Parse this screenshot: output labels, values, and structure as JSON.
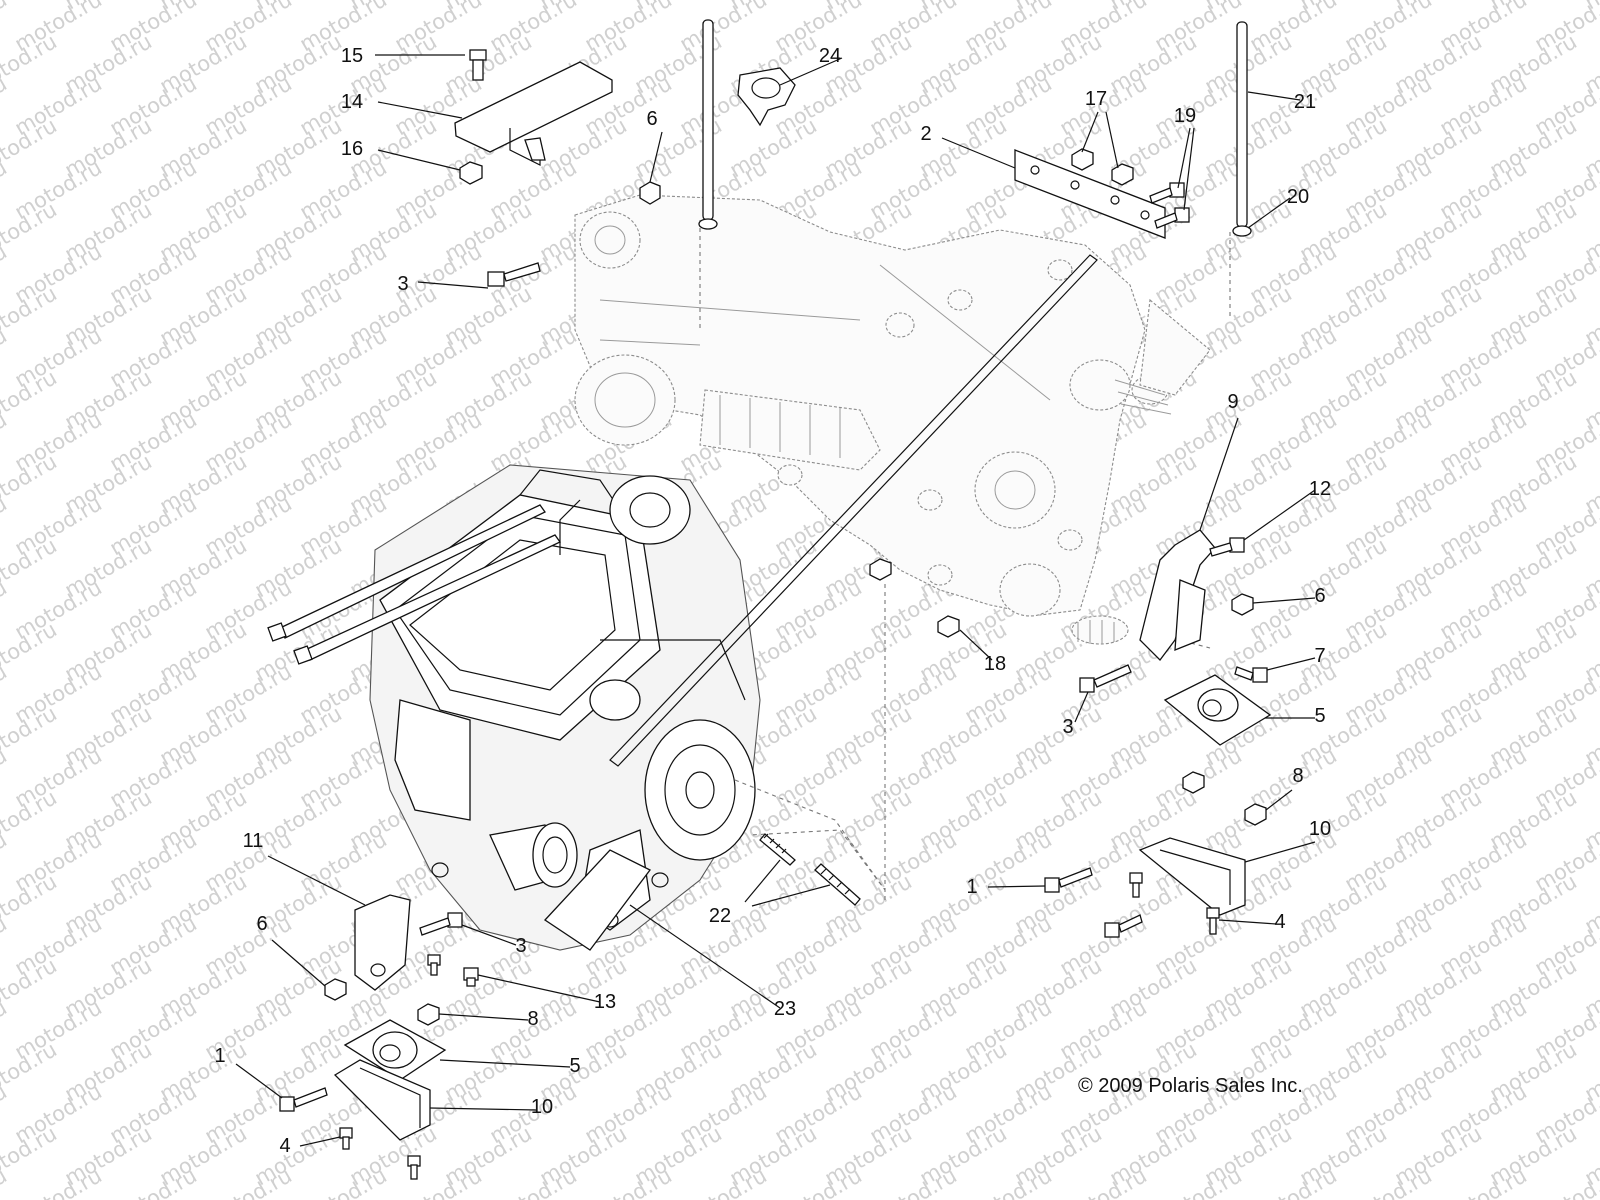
{
  "watermark": "motod.ru",
  "copyright": "© 2009 Polaris Sales Inc.",
  "callouts": [
    {
      "id": "c15",
      "label": "15"
    },
    {
      "id": "c14",
      "label": "14"
    },
    {
      "id": "c16",
      "label": "16"
    },
    {
      "id": "c6a",
      "label": "6"
    },
    {
      "id": "c3a",
      "label": "3"
    },
    {
      "id": "c24",
      "label": "24"
    },
    {
      "id": "c2",
      "label": "2"
    },
    {
      "id": "c17",
      "label": "17"
    },
    {
      "id": "c19",
      "label": "19"
    },
    {
      "id": "c21",
      "label": "21"
    },
    {
      "id": "c20",
      "label": "20"
    },
    {
      "id": "c9",
      "label": "9"
    },
    {
      "id": "c12",
      "label": "12"
    },
    {
      "id": "c6b",
      "label": "6"
    },
    {
      "id": "c18",
      "label": "18"
    },
    {
      "id": "c7",
      "label": "7"
    },
    {
      "id": "c3b",
      "label": "3"
    },
    {
      "id": "c5a",
      "label": "5"
    },
    {
      "id": "c8a",
      "label": "8"
    },
    {
      "id": "c10a",
      "label": "10"
    },
    {
      "id": "c1a",
      "label": "1"
    },
    {
      "id": "c4a",
      "label": "4"
    },
    {
      "id": "c11",
      "label": "11"
    },
    {
      "id": "c6c",
      "label": "6"
    },
    {
      "id": "c3c",
      "label": "3"
    },
    {
      "id": "c22",
      "label": "22"
    },
    {
      "id": "c13",
      "label": "13"
    },
    {
      "id": "c23",
      "label": "23"
    },
    {
      "id": "c8b",
      "label": "8"
    },
    {
      "id": "c1b",
      "label": "1"
    },
    {
      "id": "c5b",
      "label": "5"
    },
    {
      "id": "c10b",
      "label": "10"
    },
    {
      "id": "c4b",
      "label": "4"
    }
  ]
}
